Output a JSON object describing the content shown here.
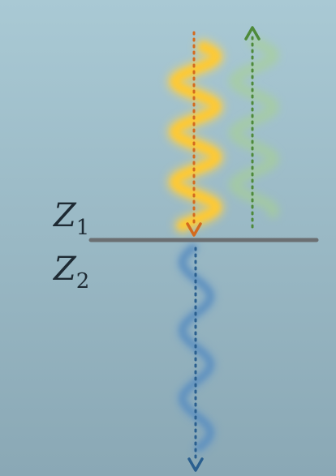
{
  "labels": {
    "z1": {
      "symbol": "Z",
      "subscript": "1"
    },
    "z2": {
      "symbol": "Z",
      "subscript": "2"
    }
  },
  "colors": {
    "background_top": "#a9c9d4",
    "background_bottom": "#8aa8b5",
    "interface": "#6b6f72",
    "incident_wave": "#ffc933",
    "incident_arrow": "#d46a1e",
    "reflected_wave": "#a8d38a",
    "reflected_arrow": "#4e8a3a",
    "transmitted_wave": "#5b8fbf",
    "transmitted_arrow": "#2a5f8f"
  },
  "icons": {
    "incident_arrow": "arrow-down-icon",
    "reflected_arrow": "arrow-up-icon",
    "transmitted_arrow": "arrow-down-icon"
  }
}
